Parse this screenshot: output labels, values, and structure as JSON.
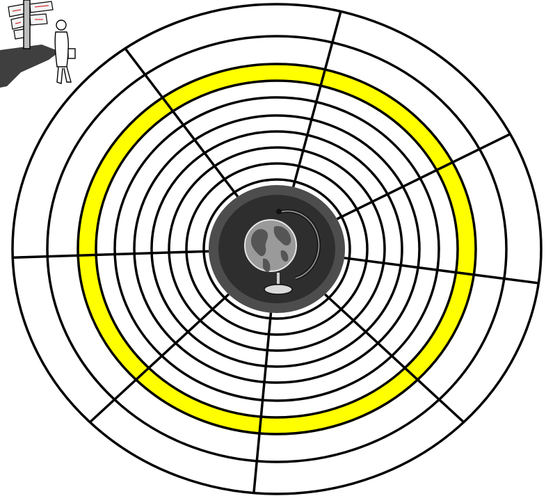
{
  "diagram": {
    "type": "concentric-ring-target",
    "ring_count": 10,
    "highlighted_ring_index": 7,
    "sector_count": 8,
    "colors": {
      "background": "#ffffff",
      "line": "#000000",
      "highlight": "#ffff00",
      "hub_outer": "#4d4d4d",
      "hub_inner": "#2e2e2e",
      "globe": "#9a9a9a",
      "continents": "#555555"
    }
  },
  "icons": {
    "center": "globe-icon",
    "corner": "signpost-person-clipart"
  }
}
